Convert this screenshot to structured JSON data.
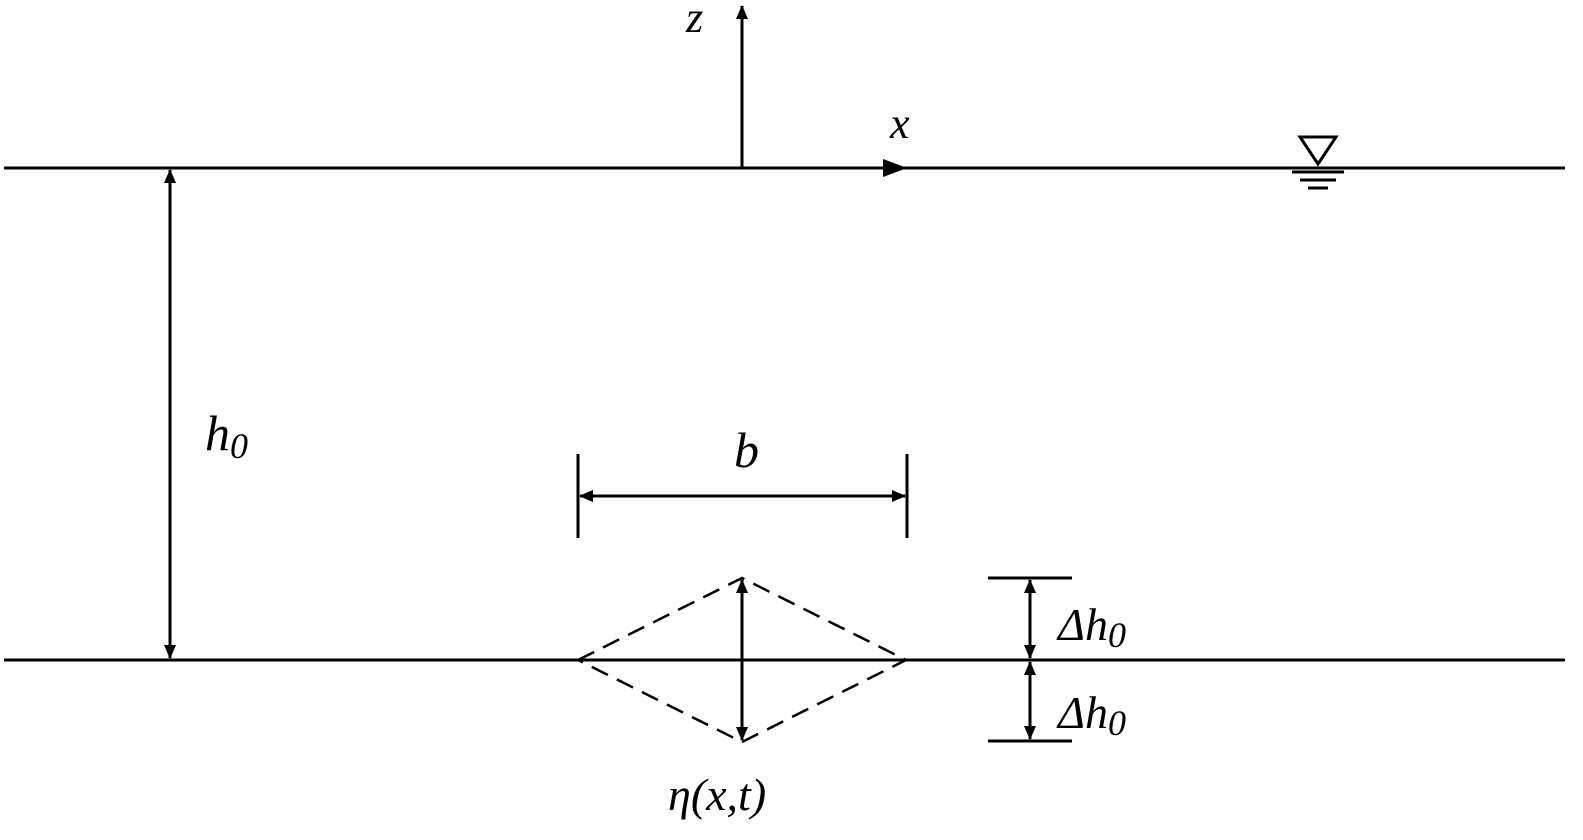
{
  "labels": {
    "z_axis": "z",
    "x_axis": "x",
    "depth": "h",
    "depth_sub": "0",
    "width": "b",
    "amplitude_upper": "Δh",
    "amplitude_upper_sub": "0",
    "amplitude_lower": "Δh",
    "amplitude_lower_sub": "0",
    "bed_function": "η(x,t)"
  },
  "icons": {
    "water_surface": "water-level-triangle-icon"
  },
  "colors": {
    "ink": "#000000",
    "background": "#ffffff"
  }
}
